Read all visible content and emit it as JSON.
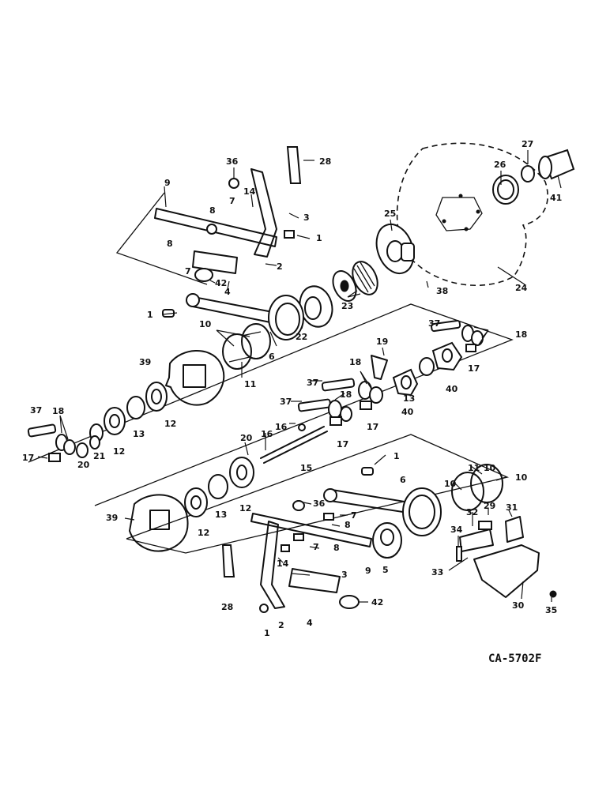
{
  "drawing": {
    "code": "CA-5702F"
  },
  "callouts": [
    "1",
    "1",
    "1",
    "1",
    "2",
    "2",
    "3",
    "3",
    "4",
    "4",
    "5",
    "6",
    "6",
    "7",
    "7",
    "7",
    "7",
    "8",
    "8",
    "8",
    "8",
    "9",
    "9",
    "10",
    "10",
    "10",
    "10",
    "11",
    "11",
    "12",
    "12",
    "12",
    "12",
    "13",
    "13",
    "13",
    "14",
    "14",
    "15",
    "16",
    "16",
    "17",
    "17",
    "17",
    "17",
    "18",
    "18",
    "18",
    "18",
    "19",
    "20",
    "20",
    "21",
    "22",
    "23",
    "24",
    "25",
    "26",
    "27",
    "28",
    "28",
    "29",
    "30",
    "31",
    "32",
    "33",
    "34",
    "35",
    "36",
    "36",
    "37",
    "37",
    "37",
    "37",
    "38",
    "39",
    "39",
    "40",
    "40",
    "41",
    "42",
    "42"
  ]
}
